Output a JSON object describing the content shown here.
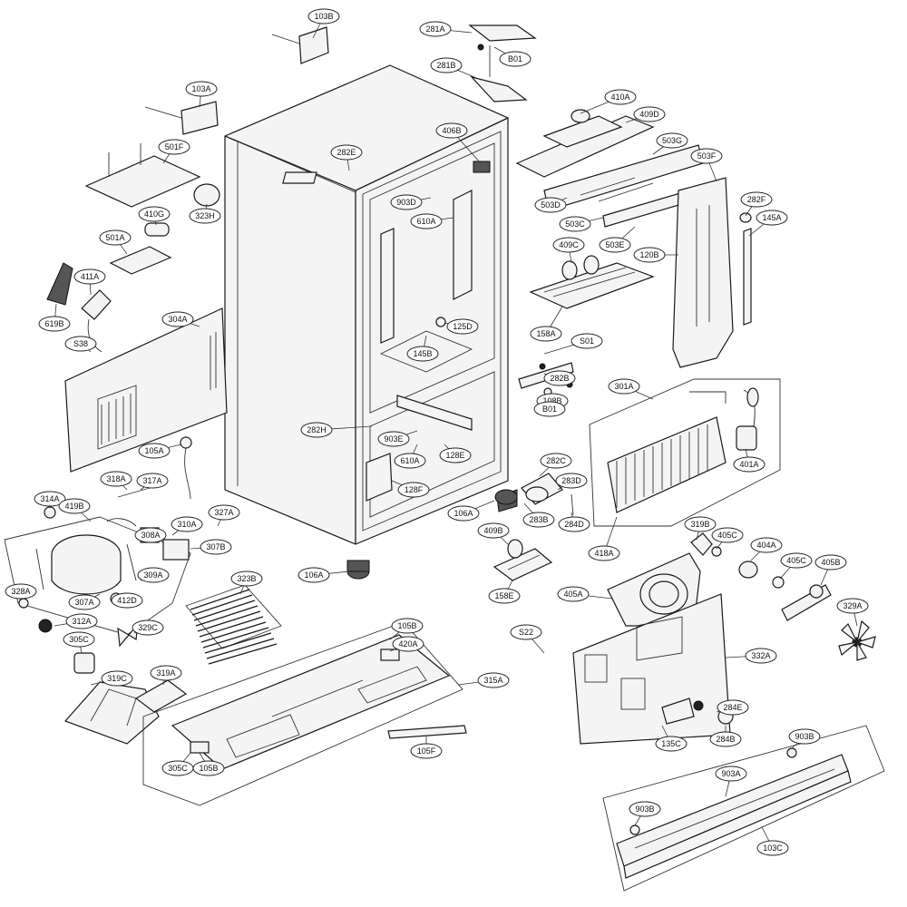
{
  "callouts": [
    {
      "id": "103B"
    },
    {
      "id": "281A"
    },
    {
      "id": "B01"
    },
    {
      "id": "281B"
    },
    {
      "id": "103A"
    },
    {
      "id": "410A"
    },
    {
      "id": "409D"
    },
    {
      "id": "406B"
    },
    {
      "id": "503G"
    },
    {
      "id": "501F"
    },
    {
      "id": "282E"
    },
    {
      "id": "503F"
    },
    {
      "id": "903D"
    },
    {
      "id": "503D"
    },
    {
      "id": "282F"
    },
    {
      "id": "410G"
    },
    {
      "id": "323H"
    },
    {
      "id": "610A"
    },
    {
      "id": "145A"
    },
    {
      "id": "503C"
    },
    {
      "id": "501A"
    },
    {
      "id": "503E"
    },
    {
      "id": "409C"
    },
    {
      "id": "120B"
    },
    {
      "id": "411A"
    },
    {
      "id": "304A"
    },
    {
      "id": "619B"
    },
    {
      "id": "125D"
    },
    {
      "id": "158A"
    },
    {
      "id": "S38"
    },
    {
      "id": "S01"
    },
    {
      "id": "145B"
    },
    {
      "id": "282B"
    },
    {
      "id": "301A"
    },
    {
      "id": "108B"
    },
    {
      "id": "B01"
    },
    {
      "id": "282H"
    },
    {
      "id": "903E"
    },
    {
      "id": "105A"
    },
    {
      "id": "610A"
    },
    {
      "id": "128E"
    },
    {
      "id": "401A"
    },
    {
      "id": "282C"
    },
    {
      "id": "318A"
    },
    {
      "id": "317A"
    },
    {
      "id": "128F"
    },
    {
      "id": "283D"
    },
    {
      "id": "314A"
    },
    {
      "id": "419B"
    },
    {
      "id": "106A"
    },
    {
      "id": "283B"
    },
    {
      "id": "284D"
    },
    {
      "id": "327A"
    },
    {
      "id": "310A"
    },
    {
      "id": "308A"
    },
    {
      "id": "319B"
    },
    {
      "id": "307B"
    },
    {
      "id": "409B"
    },
    {
      "id": "405C"
    },
    {
      "id": "418A"
    },
    {
      "id": "404A"
    },
    {
      "id": "106A"
    },
    {
      "id": "323B"
    },
    {
      "id": "309A"
    },
    {
      "id": "405C"
    },
    {
      "id": "405B"
    },
    {
      "id": "328A"
    },
    {
      "id": "307A"
    },
    {
      "id": "412D"
    },
    {
      "id": "158E"
    },
    {
      "id": "405A"
    },
    {
      "id": "329A"
    },
    {
      "id": "312A"
    },
    {
      "id": "329C"
    },
    {
      "id": "105B"
    },
    {
      "id": "S22"
    },
    {
      "id": "420A"
    },
    {
      "id": "305C"
    },
    {
      "id": "332A"
    },
    {
      "id": "319C"
    },
    {
      "id": "319A"
    },
    {
      "id": "315A"
    },
    {
      "id": "284E"
    },
    {
      "id": "284B"
    },
    {
      "id": "105F"
    },
    {
      "id": "135C"
    },
    {
      "id": "903B"
    },
    {
      "id": "305C"
    },
    {
      "id": "105B"
    },
    {
      "id": "903A"
    },
    {
      "id": "903B"
    },
    {
      "id": "103C"
    }
  ]
}
